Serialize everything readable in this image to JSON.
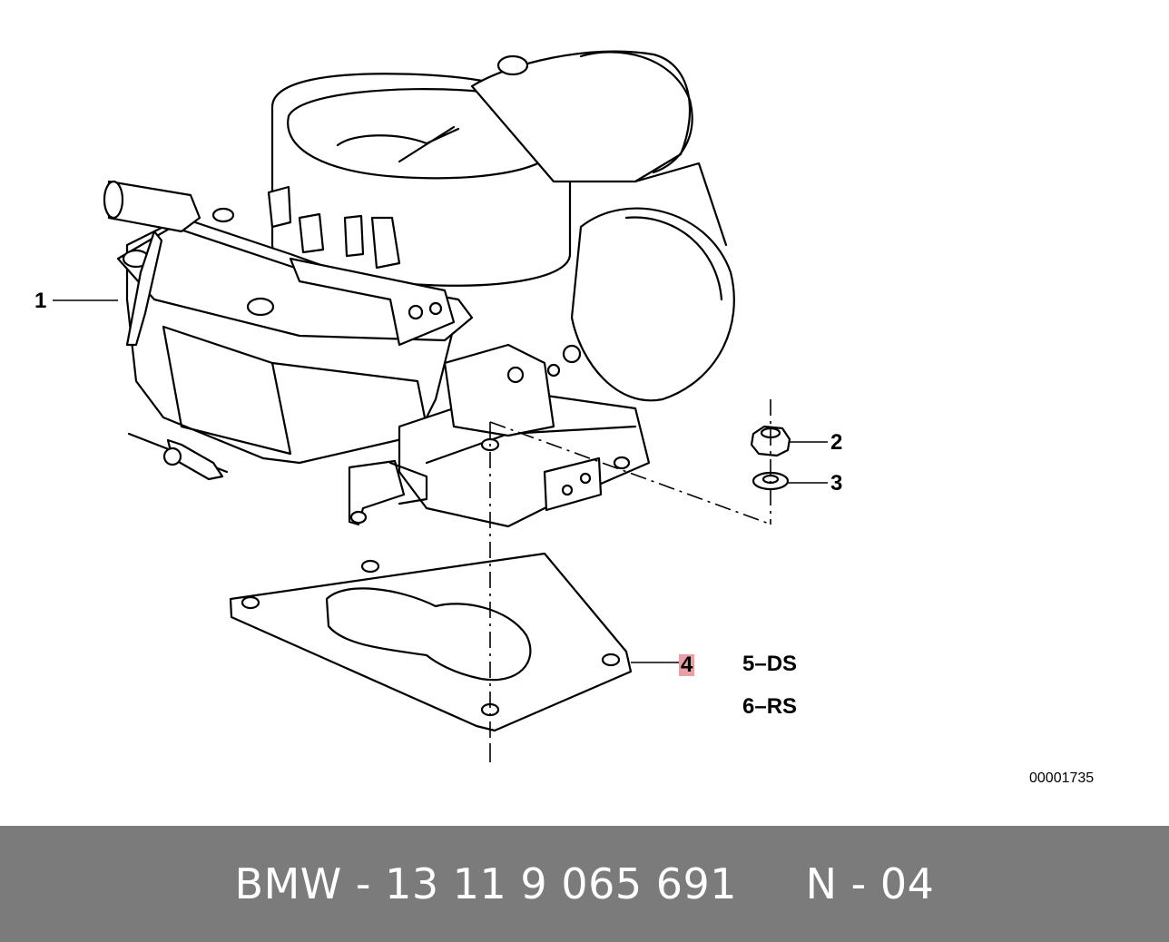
{
  "diagram": {
    "callouts": [
      {
        "id": "1",
        "label": "1"
      },
      {
        "id": "2",
        "label": "2"
      },
      {
        "id": "3",
        "label": "3"
      },
      {
        "id": "4",
        "label": "4",
        "highlighted": true
      }
    ],
    "variants": [
      "5–DS",
      "6–RS"
    ],
    "drawing_number": "00001735",
    "highlight_color": "#e8a0a4",
    "line_color": "#000000"
  },
  "footer": {
    "text": "BMW - 13 11 9 065 691     N - 04",
    "background": "#7b7b7b",
    "text_color": "#ffffff"
  }
}
